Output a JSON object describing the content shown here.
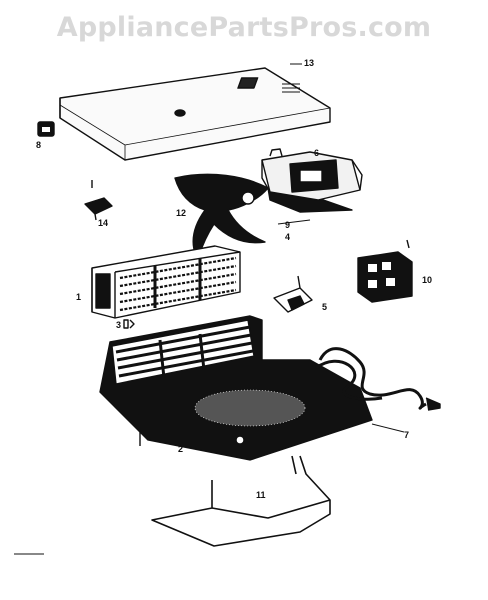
{
  "watermark": "AppliancePartsPros.com",
  "callouts": {
    "p1": "1",
    "p2": "2",
    "p3": "3",
    "p4": "4",
    "p5": "5",
    "p6": "6",
    "p7": "7",
    "p8": "8",
    "p9": "9",
    "p10": "10",
    "p11": "11",
    "p12": "12",
    "p13": "13",
    "p14": "14"
  },
  "colors": {
    "ink": "#111111",
    "paper": "#ffffff",
    "watermark": "#d8d8d8"
  }
}
